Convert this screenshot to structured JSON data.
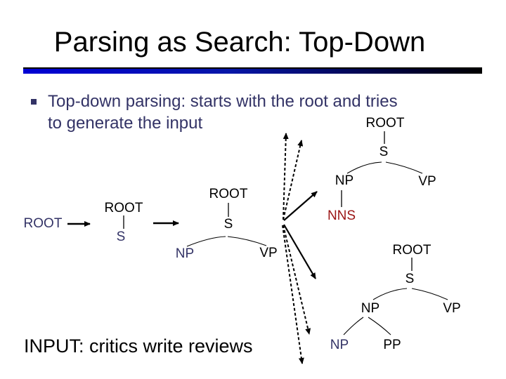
{
  "header": {
    "title": "Parsing as Search: Top-Down"
  },
  "bullet": {
    "line1": "Top-down parsing: starts with the root and tries",
    "line2": "to generate the input"
  },
  "footer": {
    "input": "INPUT: critics write reviews"
  },
  "colors": {
    "body_navy": "#333366",
    "highlight_red": "#9b1414",
    "rule_blue": "#0000d4",
    "line_black": "#000000"
  },
  "diagram": {
    "step1": {
      "root": "ROOT"
    },
    "step2": {
      "root": "ROOT",
      "s": "S"
    },
    "step3": {
      "root": "ROOT",
      "s": "S",
      "np": "NP",
      "vp": "VP"
    },
    "candidate_top": {
      "root": "ROOT",
      "s": "S",
      "np": "NP",
      "vp": "VP",
      "nns": "NNS"
    },
    "candidate_bottom": {
      "root": "ROOT",
      "s": "S",
      "np": "NP",
      "vp": "VP",
      "np2": "NP",
      "pp": "PP"
    }
  }
}
